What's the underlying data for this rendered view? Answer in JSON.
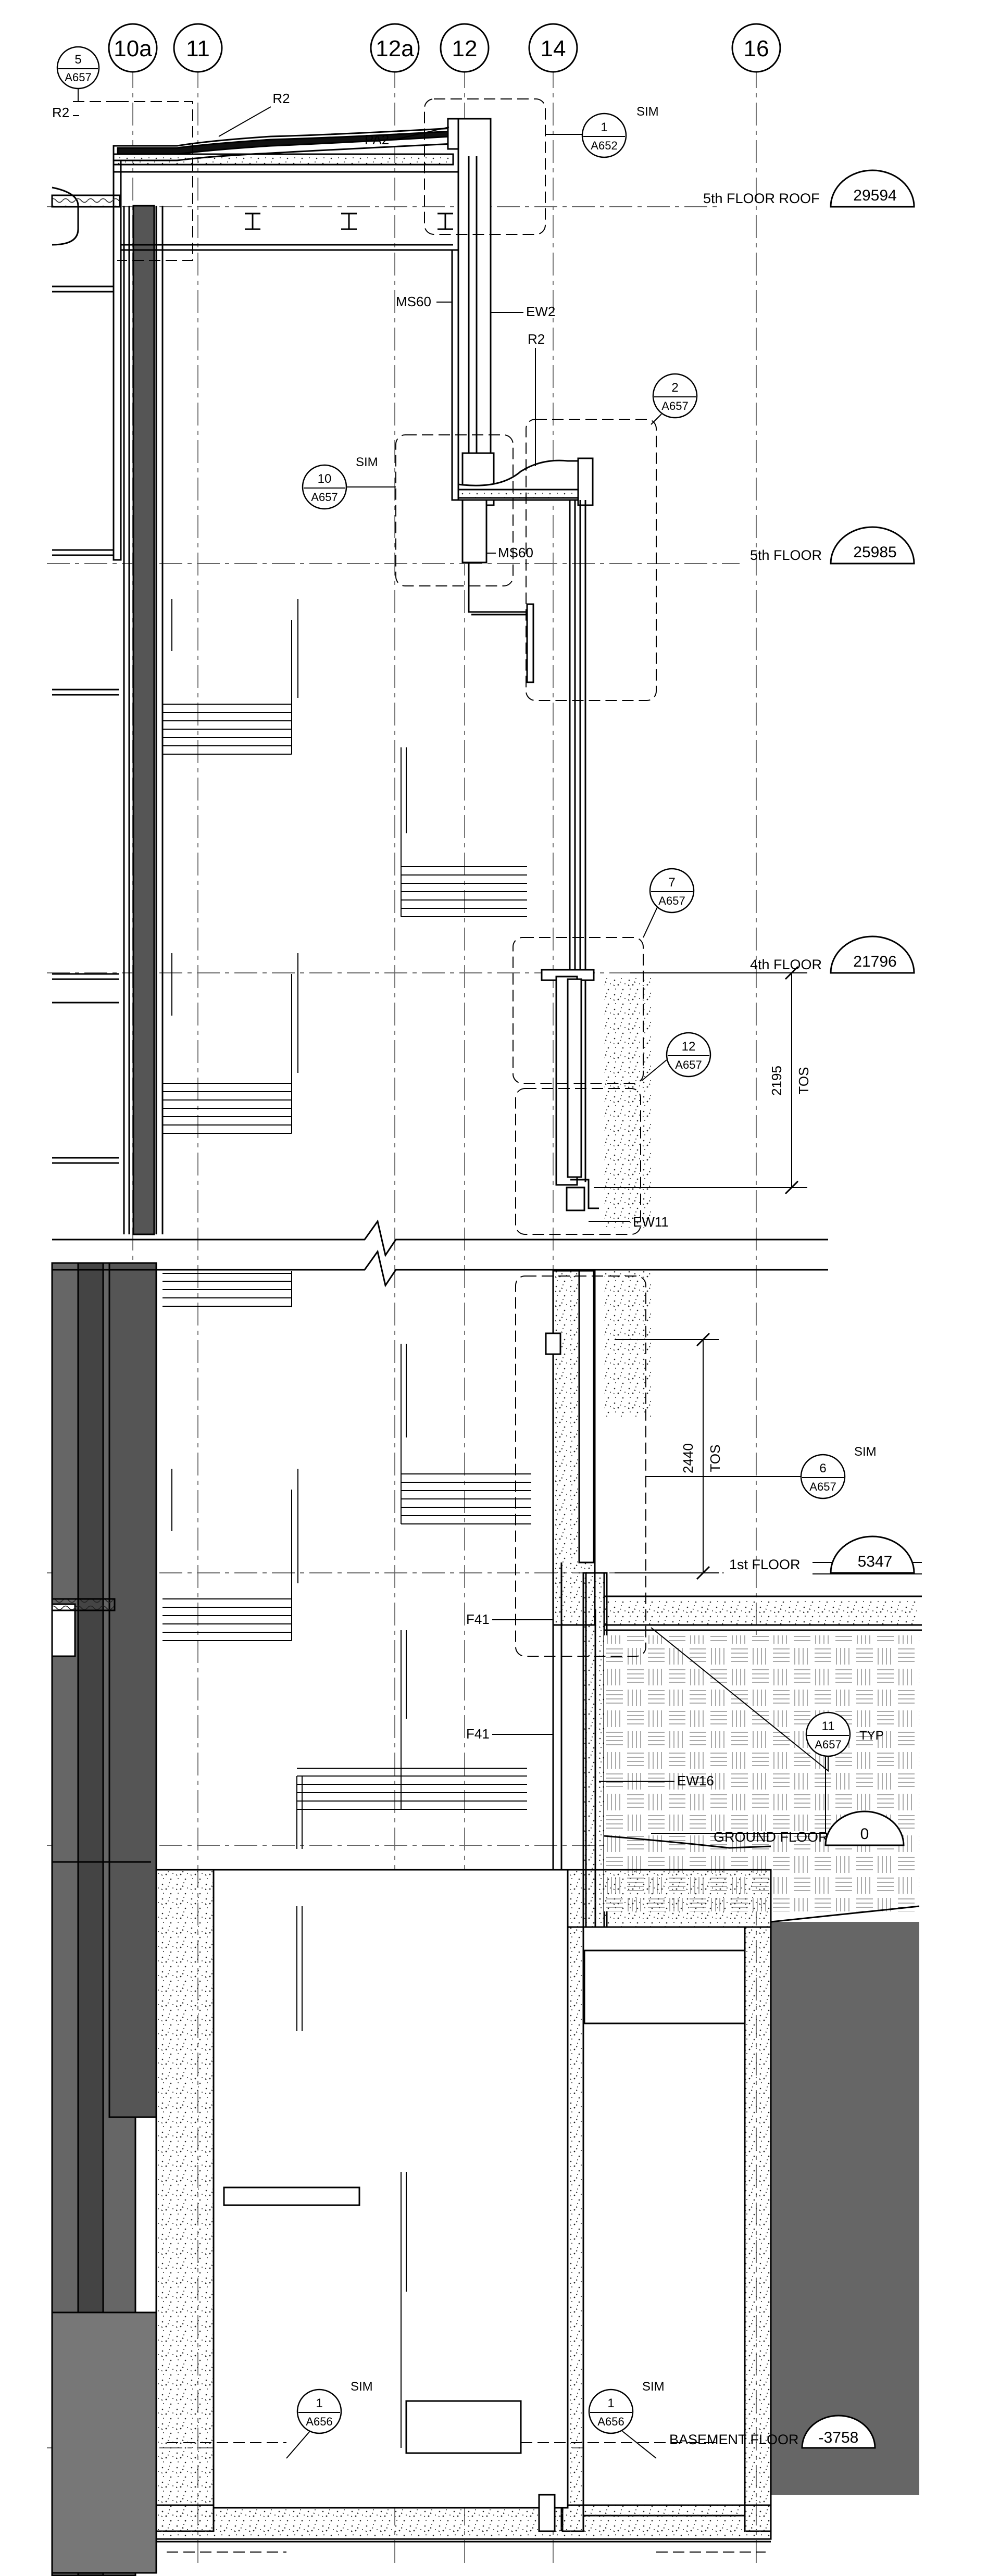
{
  "gridlines": [
    {
      "id": "g10a",
      "label": "10a"
    },
    {
      "id": "g11",
      "label": "11"
    },
    {
      "id": "g12a",
      "label": "12a"
    },
    {
      "id": "g12",
      "label": "12"
    },
    {
      "id": "g14",
      "label": "14"
    },
    {
      "id": "g16",
      "label": "16"
    }
  ],
  "levels": [
    {
      "id": "roof",
      "name": "5th FLOOR ROOF",
      "elevation": "29594"
    },
    {
      "id": "fifth",
      "name": "5th FLOOR",
      "elevation": "25985"
    },
    {
      "id": "fourth",
      "name": "4th FLOOR",
      "elevation": "21796"
    },
    {
      "id": "first",
      "name": "1st FLOOR",
      "elevation": "5347"
    },
    {
      "id": "ground",
      "name": "GROUND FLOOR",
      "elevation": "0"
    },
    {
      "id": "basement",
      "name": "BASEMENT FLOOR",
      "elevation": "-3758"
    }
  ],
  "callouts": [
    {
      "id": "c1",
      "num": "5",
      "sheet": "A657",
      "note": ""
    },
    {
      "id": "c2",
      "num": "1",
      "sheet": "A652",
      "note": "SIM"
    },
    {
      "id": "c3",
      "num": "2",
      "sheet": "A657",
      "note": ""
    },
    {
      "id": "c4",
      "num": "10",
      "sheet": "A657",
      "note": "SIM"
    },
    {
      "id": "c5",
      "num": "7",
      "sheet": "A657",
      "note": ""
    },
    {
      "id": "c6",
      "num": "12",
      "sheet": "A657",
      "note": ""
    },
    {
      "id": "c7",
      "num": "6",
      "sheet": "A657",
      "note": "SIM"
    },
    {
      "id": "c8",
      "num": "11",
      "sheet": "A657",
      "note": "TYP"
    },
    {
      "id": "c9",
      "num": "1",
      "sheet": "A656",
      "note": "SIM"
    },
    {
      "id": "c10",
      "num": "1",
      "sheet": "A656",
      "note": "SIM"
    }
  ],
  "tags": {
    "r2_left": "R2",
    "r2_top": "R2",
    "pa2": "PA2",
    "ms60_upper": "MS60",
    "ew2": "EW2",
    "r2_mid": "R2",
    "ms60_lower": "MS60",
    "ew11": "EW11",
    "f41_upper": "F41",
    "f41_lower": "F41",
    "ew16": "EW16"
  },
  "dimensions": {
    "upper": {
      "value": "2195",
      "note": "TOS"
    },
    "lower": {
      "value": "2440",
      "note": "TOS"
    }
  }
}
